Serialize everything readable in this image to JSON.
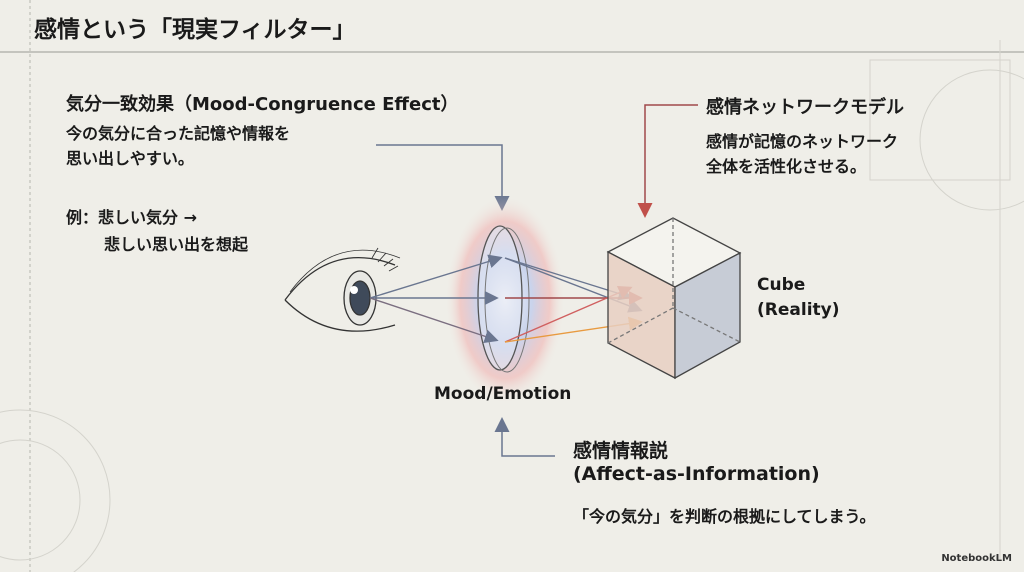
{
  "title": "感情という「現実フィルター」",
  "mood_congruence": {
    "heading": "気分一致効果（Mood-Congruence Effect）",
    "body_line1": "今の気分に合った記憶や情報を",
    "body_line2": "思い出しやすい。",
    "example_line1": "例：悲しい気分 →",
    "example_line2": "悲しい思い出を想起"
  },
  "network_model": {
    "heading": "感情ネットワークモデル",
    "body_line1": "感情が記憶のネットワーク",
    "body_line2": "全体を活性化させる。"
  },
  "cube_label": {
    "line1": "Cube",
    "line2": "(Reality)"
  },
  "lens_label": "Mood/Emotion",
  "affect_info": {
    "heading_line1": "感情情報説",
    "heading_line2": "(Affect-as-Information)",
    "body": "「今の気分」を判断の根拠にしてしまう。"
  },
  "watermark": "NotebookLM",
  "colors": {
    "background": "#efeee8",
    "arrow_blue": "#6a7690",
    "arrow_red": "#a0484a",
    "cube_front": "#e8cfc2",
    "cube_side": "#c7ccd6"
  }
}
